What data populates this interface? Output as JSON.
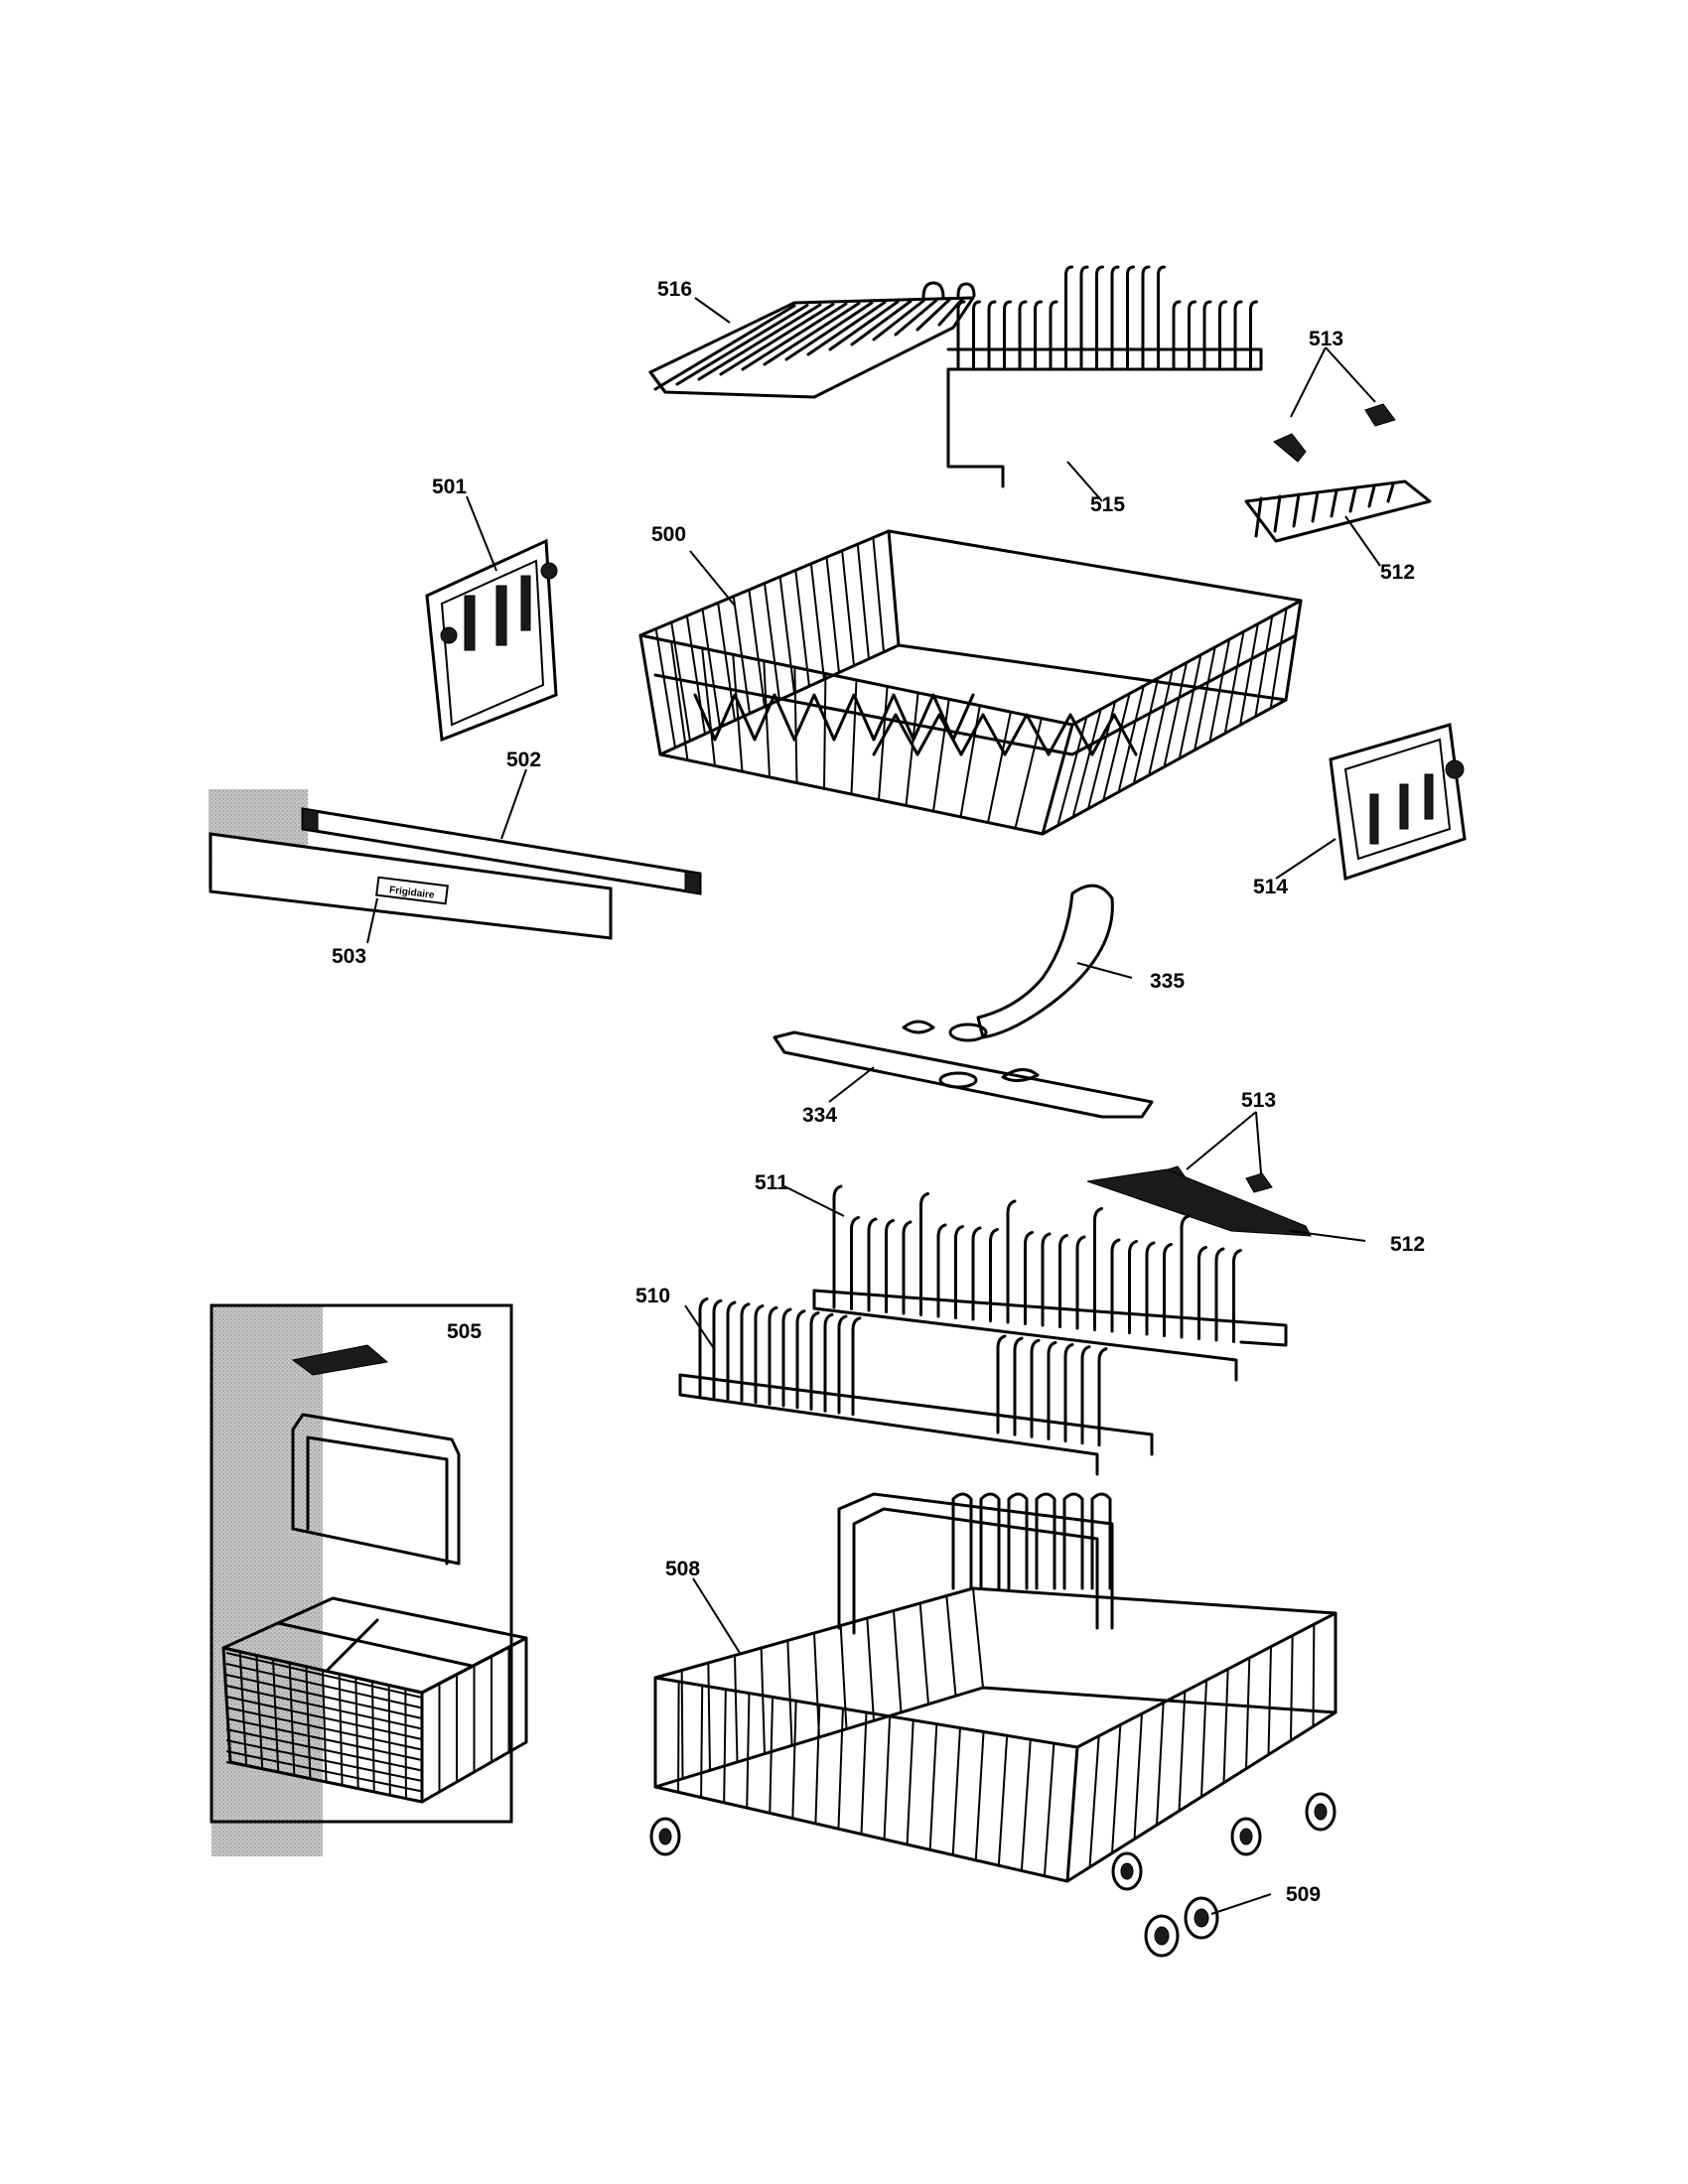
{
  "diagram": {
    "part_labels": [
      "516",
      "513",
      "515",
      "512",
      "501",
      "500",
      "502",
      "514",
      "503",
      "335",
      "334",
      "513",
      "511",
      "512",
      "510",
      "505",
      "508",
      "509"
    ],
    "inset_label": "505",
    "nameplate_text": "Frigidaire"
  }
}
